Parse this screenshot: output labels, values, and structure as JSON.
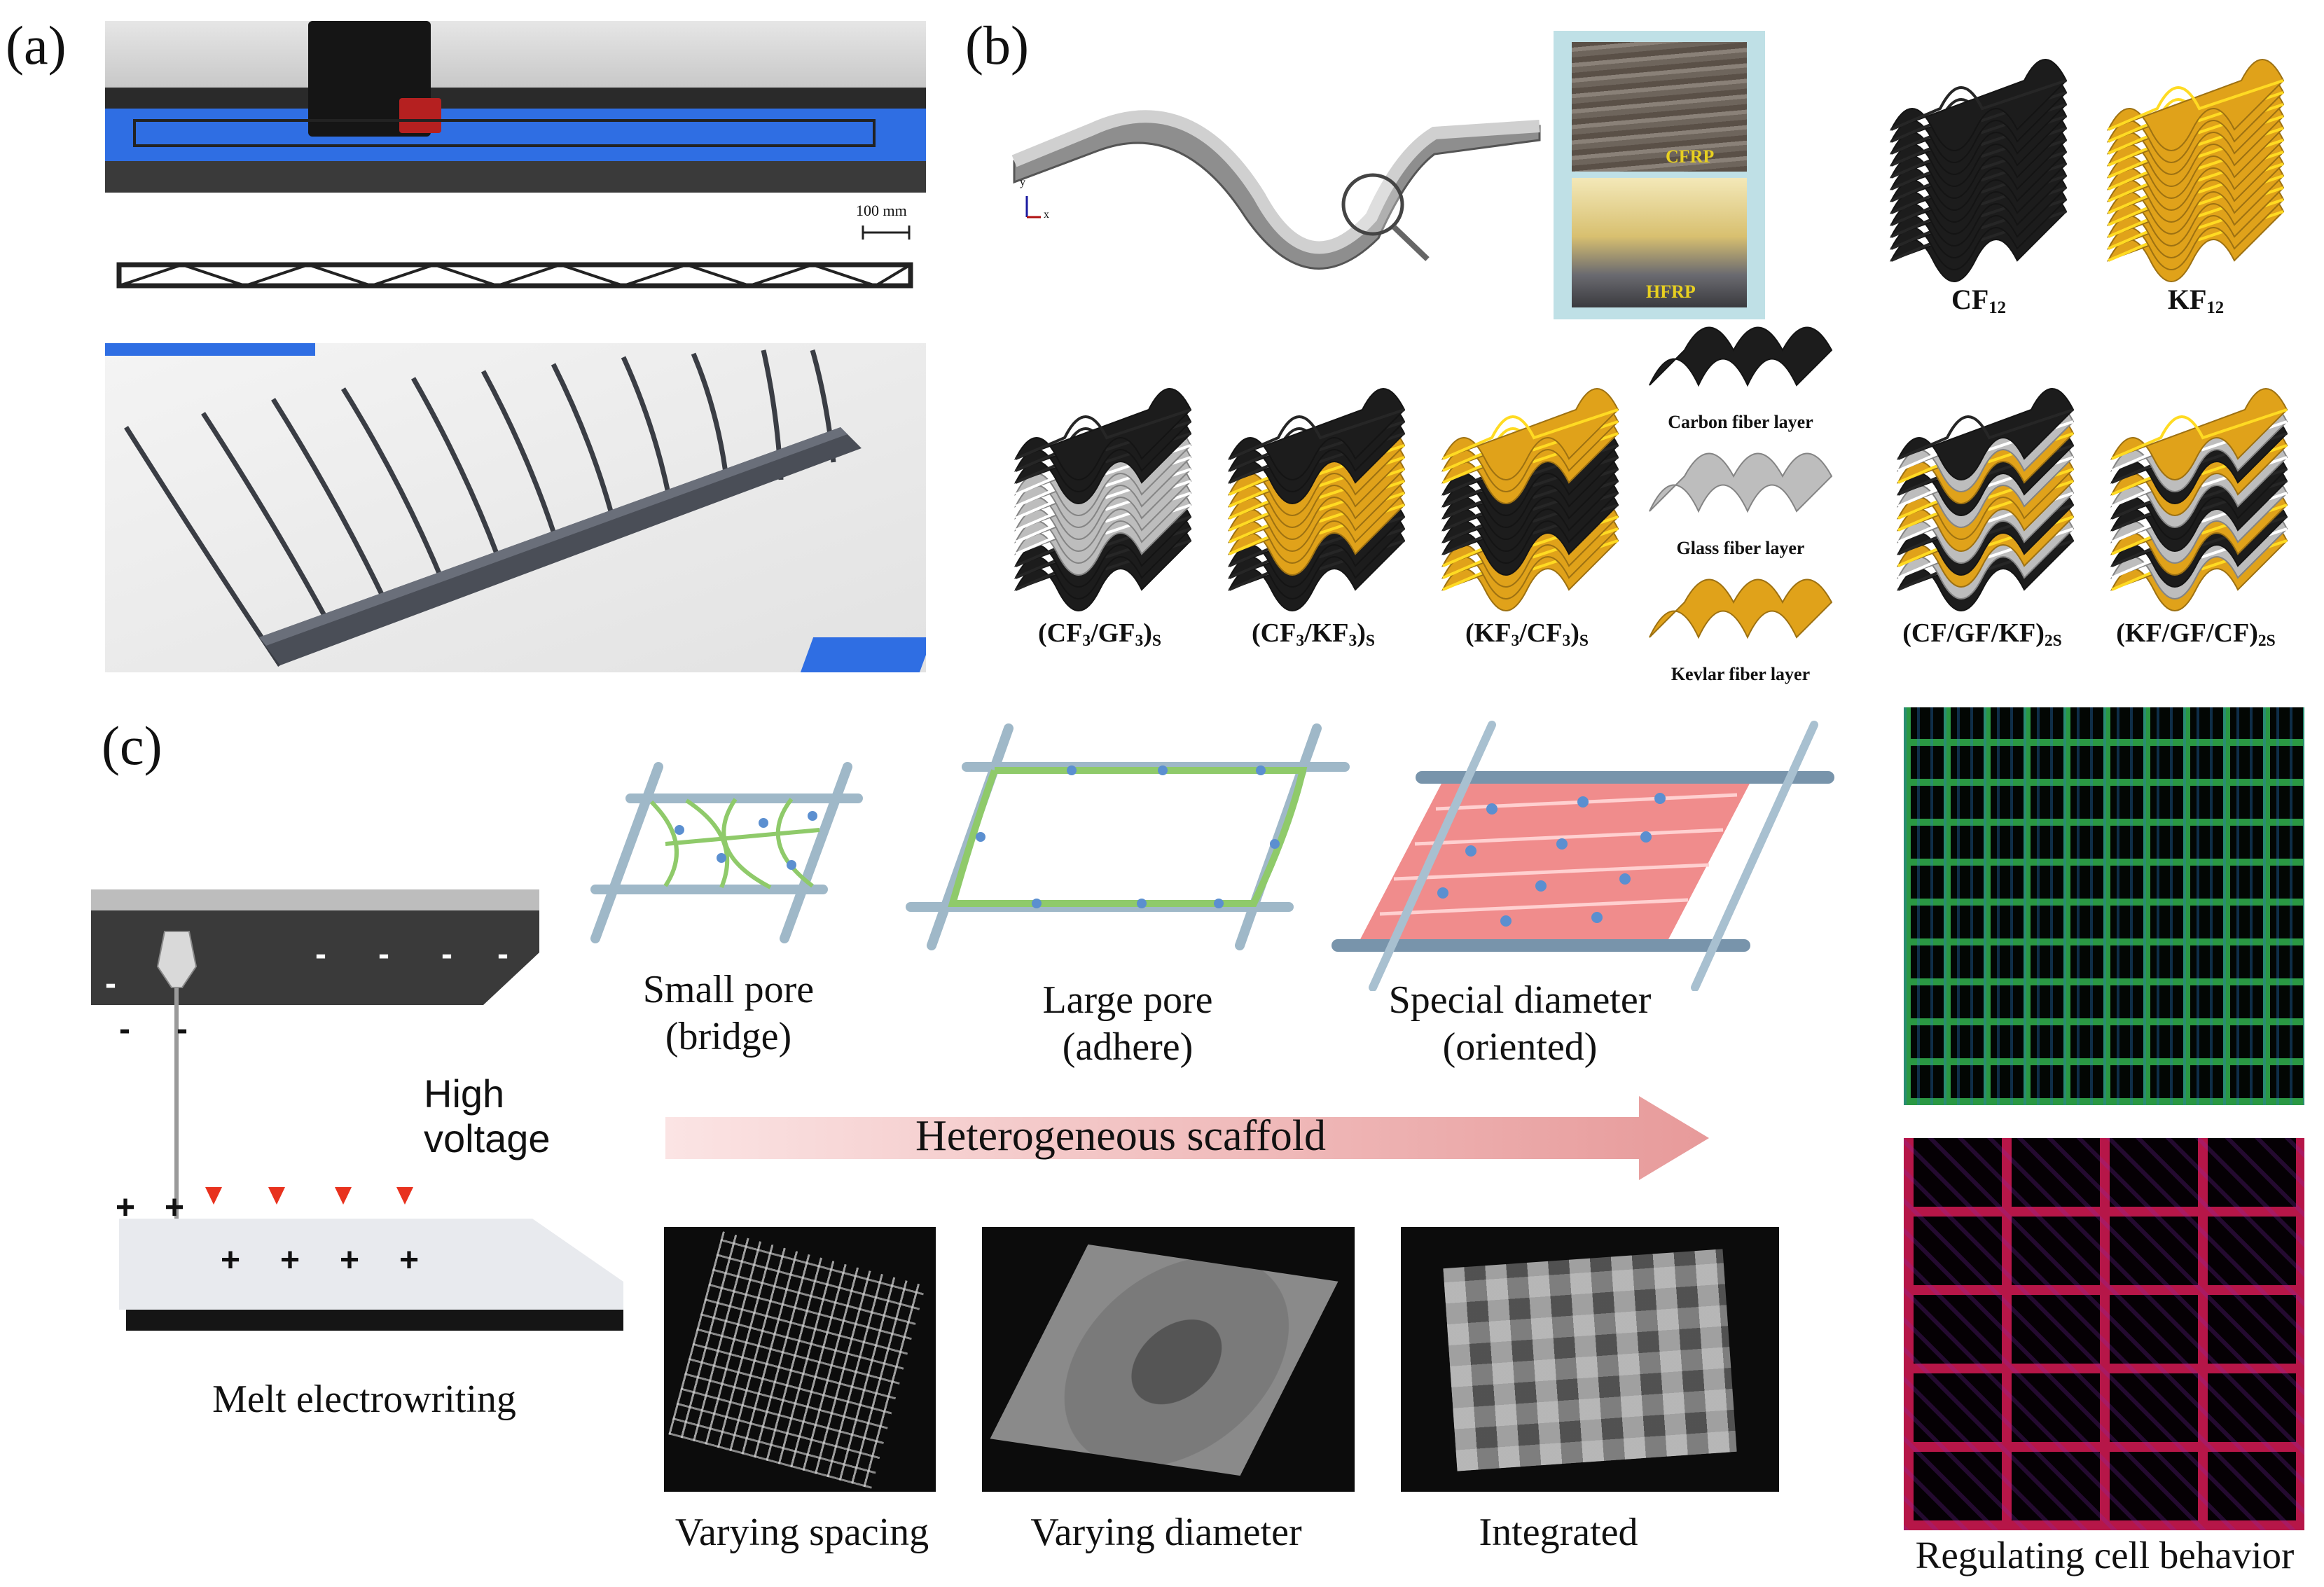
{
  "panel_a": {
    "label": "(a)",
    "scale_bar": "100 mm"
  },
  "panel_b": {
    "label": "(b)",
    "inset_labels": [
      "CFRP",
      "HFRP"
    ],
    "axis_labels": [
      "y",
      "x"
    ],
    "top_models": [
      {
        "base": "CF",
        "sub": "12"
      },
      {
        "base": "KF",
        "sub": "12"
      }
    ],
    "stacks": [
      {
        "text": "(CF",
        "s1": "3",
        "mid": "/GF",
        "s2": "3",
        "end": ")",
        "s3": "S"
      },
      {
        "text": "(CF",
        "s1": "3",
        "mid": "/KF",
        "s2": "3",
        "end": ")",
        "s3": "S"
      },
      {
        "text": "(KF",
        "s1": "3",
        "mid": "/CF",
        "s2": "3",
        "end": ")",
        "s3": "S"
      },
      {
        "text": "(CF/GF/KF)",
        "s3": "2S"
      },
      {
        "text": "(KF/GF/CF)",
        "s3": "2S"
      }
    ],
    "legend": [
      "Carbon fiber layer",
      "Glass fiber layer",
      "Kevlar fiber layer"
    ],
    "colors": {
      "carbon": "#1c1c1c",
      "glass": "#bdbdbd",
      "kevlar": "#e0a21a"
    }
  },
  "panel_c": {
    "label": "(c)",
    "device": {
      "voltage_line1": "High",
      "voltage_line2": "voltage",
      "caption": "Melt electrowriting"
    },
    "pores": [
      {
        "line1": "Small pore",
        "line2": "(bridge)"
      },
      {
        "line1": "Large pore",
        "line2": "(adhere)"
      },
      {
        "line1": "Special diameter",
        "line2": "(oriented)"
      }
    ],
    "arrow_label": "Heterogeneous scaffold",
    "photos": [
      "Varying spacing",
      "Varying diameter",
      "Integrated"
    ],
    "micrographs_caption": "Regulating cell behavior"
  }
}
